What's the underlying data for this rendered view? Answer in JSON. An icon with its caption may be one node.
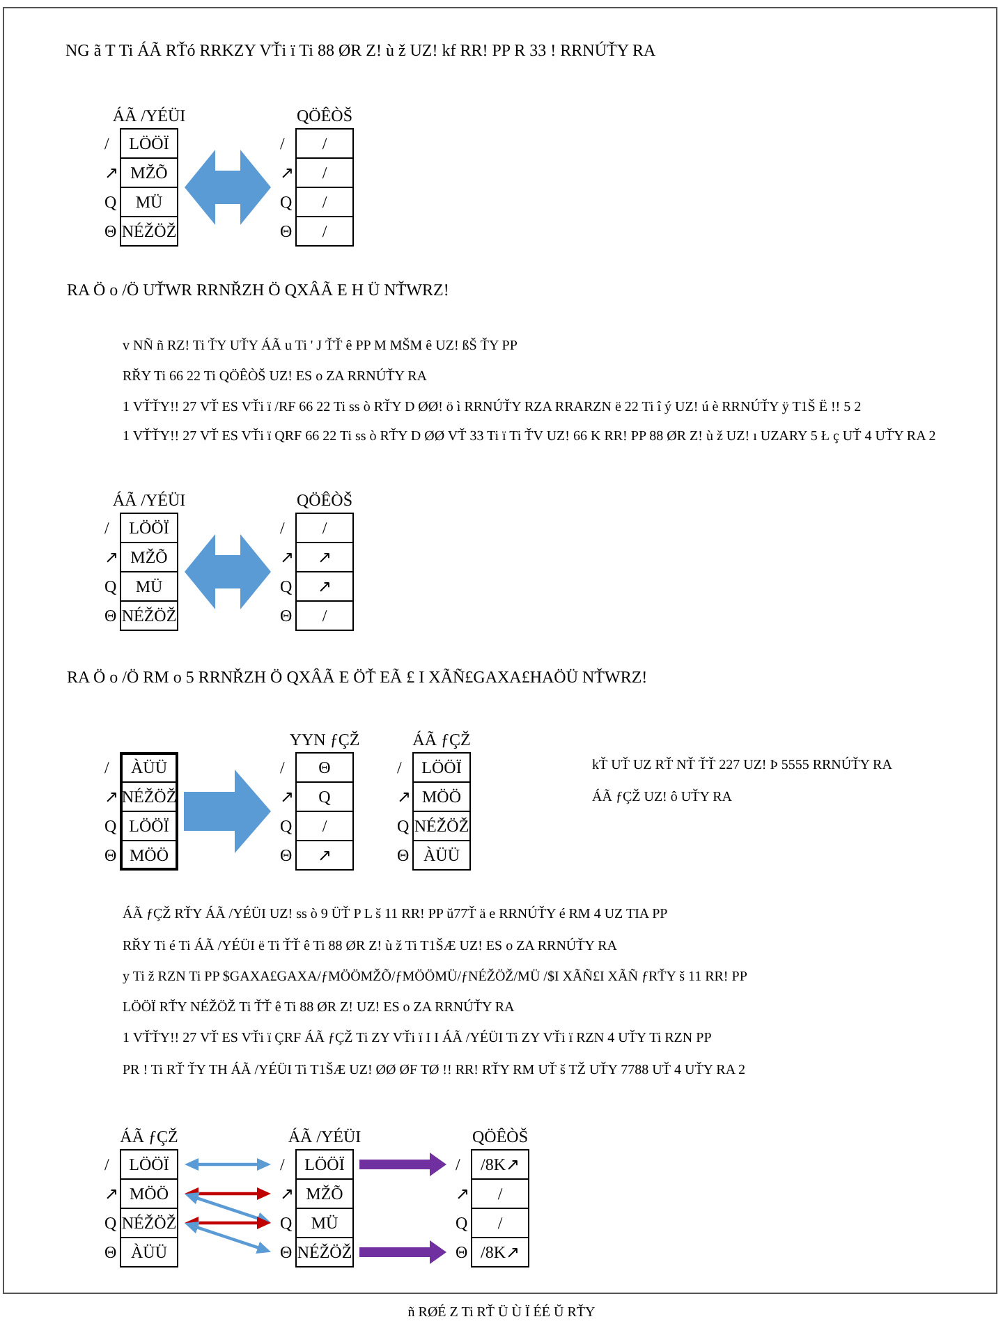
{
  "diagram": {
    "nodes": [
      {
        "text": [
          "ÁÃ /YÉÜI"
        ]
      },
      {
        "text": [
          "LÖÖÏ"
        ],
        "in": 0,
        "beside": [
          "/"
        ]
      },
      {
        "text": [
          "MŽÕ"
        ],
        "in": 0,
        "beside": [
          "↗"
        ]
      },
      {
        "text": [
          "MÜ"
        ],
        "in": 0,
        "beside": [
          "Q"
        ]
      },
      {
        "text": [
          "NÉŽÖŽ"
        ],
        "in": 0,
        "beside": [
          "Θ"
        ]
      },
      {
        "text": [
          "QÖÊÒŠ"
        ]
      },
      {
        "text": [
          "/"
        ],
        "in": 5,
        "beside": [
          "/"
        ]
      },
      {
        "text": [
          "/"
        ],
        "in": 5,
        "beside": [
          "↗"
        ]
      },
      {
        "text": [
          "/"
        ],
        "in": 5,
        "beside": [
          "Q"
        ]
      },
      {
        "text": [
          "/"
        ],
        "in": 5,
        "beside": [
          "Θ"
        ]
      },
      {
        "text": [
          "ÁÃ /YÉÜI"
        ]
      },
      {
        "text": [
          "LÖÖÏ"
        ],
        "in": 10,
        "beside": [
          "/"
        ]
      },
      {
        "text": [
          "MŽÕ"
        ],
        "in": 10,
        "beside": [
          "↗"
        ]
      },
      {
        "text": [
          "MÜ"
        ],
        "in": 10,
        "beside": [
          "Q"
        ]
      },
      {
        "text": [
          "NÉŽÖŽ"
        ],
        "in": 10,
        "beside": [
          "Θ"
        ]
      },
      {
        "text": [
          "QÖÊÒŠ"
        ]
      },
      {
        "text": [
          "/"
        ],
        "in": 15,
        "beside": [
          "/"
        ]
      },
      {
        "text": [
          "↗"
        ],
        "in": 15,
        "beside": [
          "↗"
        ]
      },
      {
        "text": [
          "↗"
        ],
        "in": 15,
        "beside": [
          "Q"
        ]
      },
      {
        "text": [
          "/"
        ],
        "in": 15,
        "beside": [
          "Θ"
        ]
      },
      {
        "text": [],
        "shape": "box"
      },
      {
        "text": [
          "ÀÜÜ"
        ],
        "in": 20,
        "beside": [
          "/"
        ]
      },
      {
        "text": [
          "NÉŽÖŽ"
        ],
        "in": 20,
        "beside": [
          "↗"
        ]
      },
      {
        "text": [
          "LÖÖÏ"
        ],
        "in": 20,
        "beside": [
          "Q"
        ]
      },
      {
        "text": [
          "MÖÖ"
        ],
        "in": 20,
        "beside": [
          "Θ"
        ]
      },
      {
        "text": [
          "YYN ƒÇŽ"
        ]
      },
      {
        "text": [
          "Θ"
        ],
        "in": 25,
        "beside": [
          "/"
        ]
      },
      {
        "text": [
          "Q"
        ],
        "in": 25,
        "beside": [
          "↗"
        ]
      },
      {
        "text": [
          "/"
        ],
        "in": 25,
        "beside": [
          "Q"
        ]
      },
      {
        "text": [
          "↗"
        ],
        "in": 25,
        "beside": [
          "Θ"
        ]
      },
      {
        "text": [
          "ÁÃ ƒÇŽ"
        ]
      },
      {
        "text": [
          "LÖÖÏ"
        ],
        "in": 30,
        "beside": [
          "/"
        ]
      },
      {
        "text": [
          "MÖÖ"
        ],
        "in": 30,
        "beside": [
          "↗"
        ]
      },
      {
        "text": [
          "NÉŽÖŽ"
        ],
        "in": 30,
        "beside": [
          "Q"
        ]
      },
      {
        "text": [
          "ÀÜÜ"
        ],
        "in": 30,
        "beside": [
          "Θ"
        ]
      },
      {
        "text": [
          "ÁÃ ƒÇŽ"
        ]
      },
      {
        "text": [
          "LÖÖÏ"
        ],
        "in": 35,
        "beside": [
          "/"
        ]
      },
      {
        "text": [
          "MÖÖ"
        ],
        "in": 35,
        "beside": [
          "↗"
        ]
      },
      {
        "text": [
          "NÉŽÖŽ"
        ],
        "in": 35,
        "beside": [
          "Q"
        ]
      },
      {
        "text": [
          "ÀÜÜ"
        ],
        "in": 35,
        "beside": [
          "Θ"
        ]
      },
      {
        "text": [
          "ÁÃ /YÉÜI"
        ]
      },
      {
        "text": [
          "LÖÖÏ"
        ],
        "in": 40,
        "beside": [
          "/"
        ]
      },
      {
        "text": [
          "MŽÕ"
        ],
        "in": 40,
        "beside": [
          "↗"
        ]
      },
      {
        "text": [
          "MÜ"
        ],
        "in": 40,
        "beside": [
          "Q"
        ]
      },
      {
        "text": [
          "NÉŽÖŽ"
        ],
        "in": 40,
        "beside": [
          "Θ"
        ]
      },
      {
        "text": [
          "QÖÊÒŠ"
        ]
      },
      {
        "text": [
          "/8K↗"
        ],
        "in": 45,
        "beside": [
          "/"
        ]
      },
      {
        "text": [
          "/"
        ],
        "in": 45,
        "beside": [
          "↗"
        ]
      },
      {
        "text": [
          "/"
        ],
        "in": 45,
        "beside": [
          "Q"
        ]
      },
      {
        "text": [
          "/8K↗"
        ],
        "in": 45,
        "beside": [
          "Θ"
        ]
      }
    ],
    "edges": [
      {
        "from": 0,
        "to": 5,
        "arrow": "both",
        "style": "thick"
      },
      {
        "from": 10,
        "to": 15,
        "arrow": "both",
        "style": "thick"
      },
      {
        "from": 20,
        "to": 25,
        "arrow": "to",
        "style": "thick"
      },
      {
        "from": 36,
        "to": 41,
        "arrow": "both"
      },
      {
        "from": 37,
        "to": 42,
        "arrow": "both",
        "color": "#c00000"
      },
      {
        "from": 37,
        "to": 43,
        "arrow": "both"
      },
      {
        "from": 38,
        "to": 43,
        "arrow": "both",
        "color": "#c00000"
      },
      {
        "from": 38,
        "to": 44,
        "arrow": "both"
      },
      {
        "from": 41,
        "to": 46,
        "arrow": "to",
        "style": "thick",
        "color": "#7030a0"
      },
      {
        "from": 44,
        "to": 49,
        "arrow": "to",
        "style": "thick",
        "color": "#7030a0"
      }
    ],
    "labels": [
      "NG ã T Ti ÁÃ RŤó RRKZY VŤi ï Ti 88 ØR Z! ù ž UZ! kf RR! PP R 33 ! RRNÚŤY RA",
      "RA Ö o /Ö UŤWR RRNŘZH Ö QXÂÃ E H Ü NŤWRZ!",
      "v NÑ ñ RZ! Ti ŤY UŤY ÁÃ u Ti ' J ŤŤ ê PP M MŠM ê UZ! ßŠ ŤY PP",
      "RŘY Ti 66 22 Ti QÖÊÒŠ UZ! ES o ZA RRNÚŤY RA",
      "1 VŤŤY!! 27 VŤ ES VŤi ï /RF 66 22 Ti ss ò RŤY D ØØ! ö ì RRNÚŤY RZA RRARZN ë 22 Ti î ý UZ! ú è RRNÚŤY ÿ T1Š Ë !! 5 2",
      "1 VŤŤY!! 27 VŤ ES VŤi ï QRF 66 22 Ti ss ò RŤY D ØØ VŤ 33 Ti ï Ti ŤV UZ! 66 K RR! PP 88 ØR Z! ù ž UZ! ı UZARY 5 Ł ç UŤ 4 UŤY RA 2",
      "RA Ö o /Ö RM o 5 RRNŘZH Ö QXÂÃ E ÖŤ EÃ £ I XÃÑ£GAXA£HAÖÜ NŤWRZ!",
      "kŤ UŤ UZ RŤ NŤ ŤŤ 227 UZ! Þ 5555 RRNÚŤY RA",
      "ÁÃ ƒÇŽ UZ! ô UŤY RA",
      "ÁÃ ƒÇŽ RŤY ÁÃ /YÉÜI UZ! ss ò 9 ÜŤ P L š 11 RR! PP ŭ77Ť ä e RRNÚŤY é RM 4 UZ TIA PP",
      "RŘY Ti é Ti ÁÃ /YÉÜI ë Ti ŤŤ ê Ti 88 ØR Z! ù ž Ti T1ŠÆ UZ! ES o ZA RRNÚŤY RA",
      "y Ti ž RZN Ti PP $GAXA£GAXA/ƒMÖÖMŽÕ/ƒMÖÖMÜ/ƒNÉŽÖŽ/MÜ /$I XÃÑ£I XÃÑ ƒRŤY š 11 RR! PP",
      "LÖÖÏ RŤY NÉŽÖŽ Ti ŤŤ ê Ti 88 ØR Z! UZ! ES o ZA RRNÚŤY RA",
      "1 VŤŤY!! 27 VŤ ES VŤi ï ÇRF ÁÃ ƒÇŽ Ti ZY VŤi ï I I ÁÃ /YÉÜI Ti ZY VŤi ï RZN 4 UŤY Ti RZN PP",
      "PR ! Ti RŤ ŤY TH ÁÃ /YÉÜI Ti T1ŠÆ UZ! ØØ ØF TØ !! RR! RŤY RM UŤ š TŽ UŤY 7788 UŤ 4 UŤY RA 2",
      "ñ RØÉ Z Ti RŤ Ü Ù Ï ÉÉ Ŭ RŤY"
    ]
  }
}
